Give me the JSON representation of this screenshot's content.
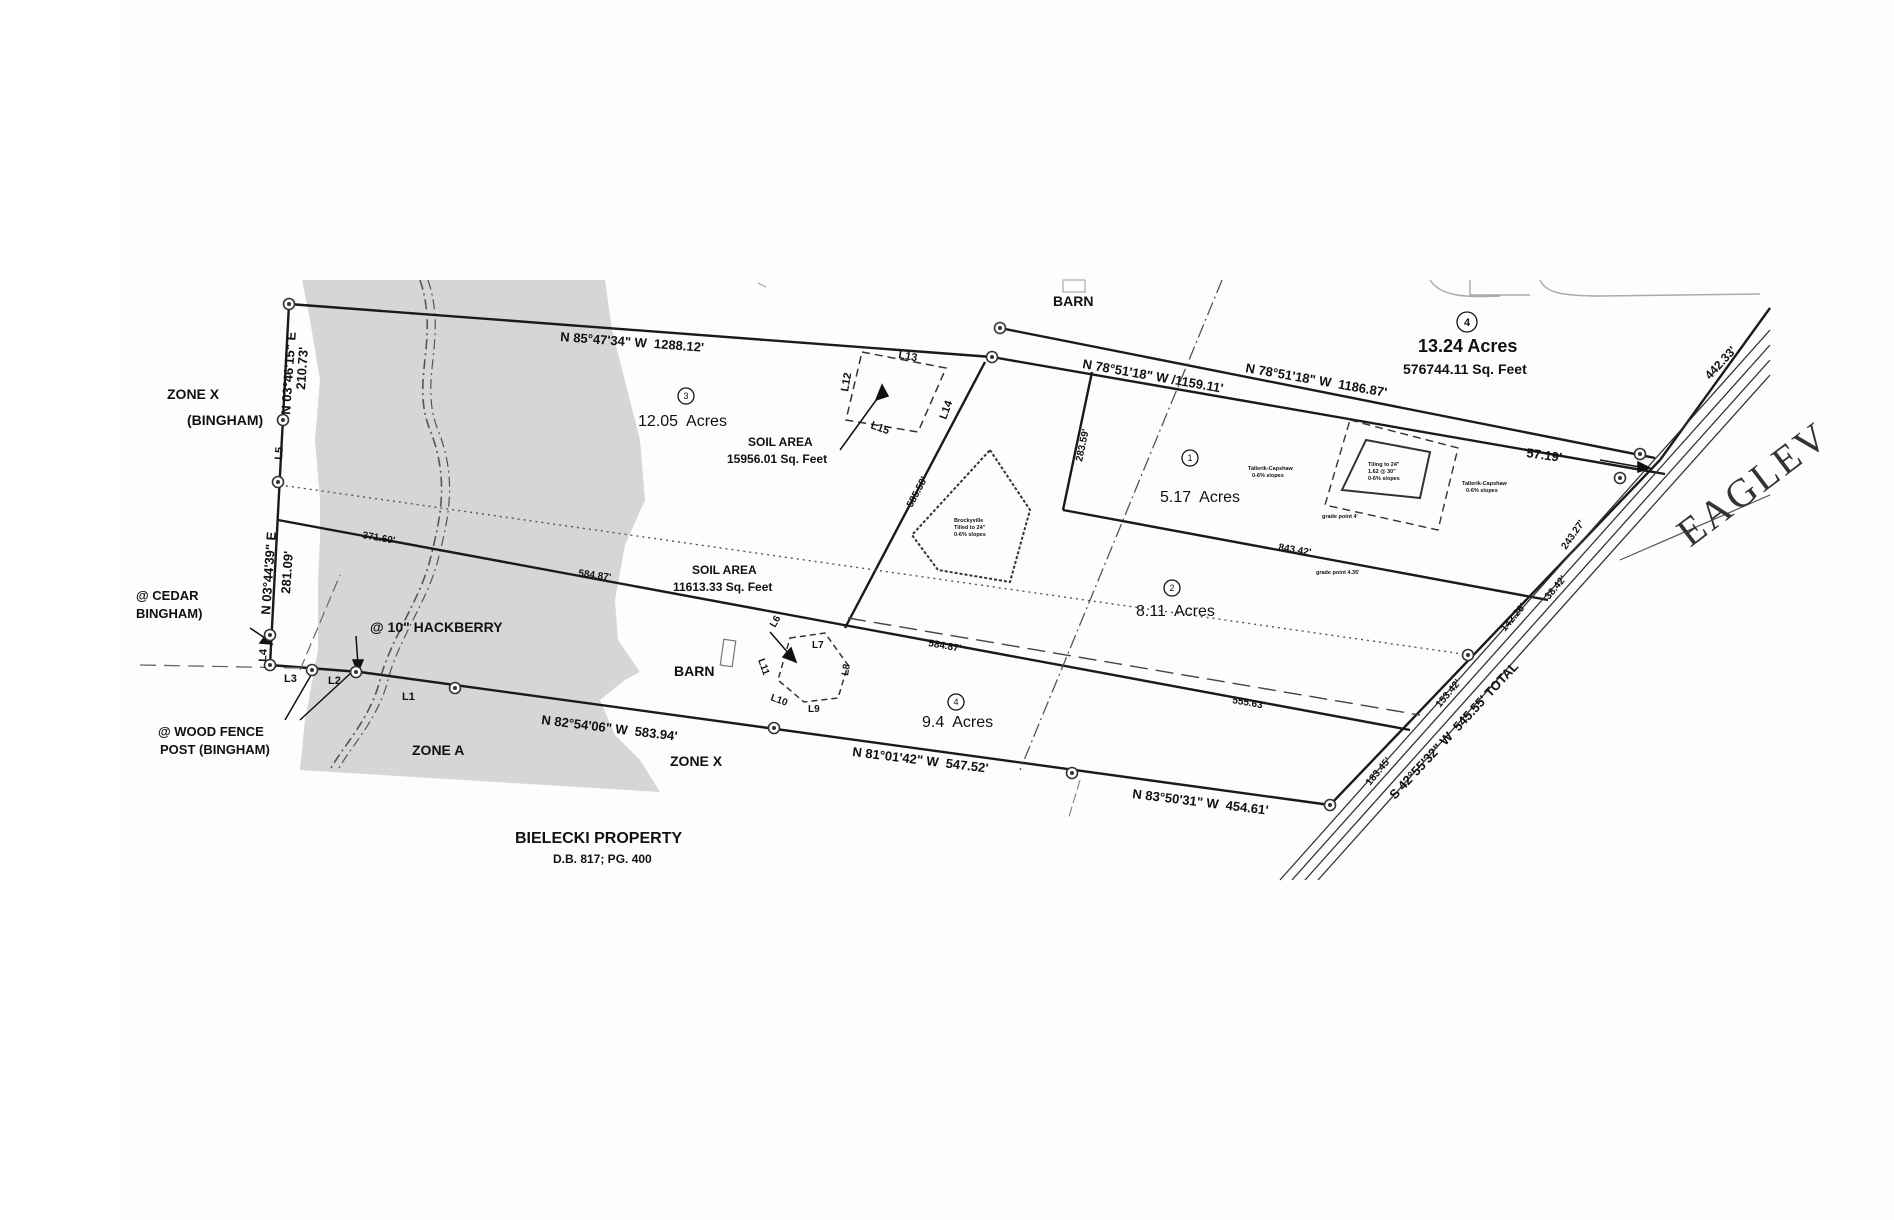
{
  "map": {
    "zones": {
      "zone_x_bingham_1": "ZONE X",
      "zone_x_bingham_2": "(BINGHAM)",
      "zone_a": "ZONE A",
      "zone_x_south": "ZONE X"
    },
    "barns": {
      "north": "BARN",
      "middle": "BARN"
    },
    "lots": {
      "lot1": {
        "number": "1",
        "area": "5.17  Acres"
      },
      "lot2": {
        "number": "2",
        "area": "8.11  Acres"
      },
      "lot3": {
        "number": "3",
        "area": "12.05  Acres"
      },
      "lot4_south": {
        "number": "4",
        "area": "9.4  Acres"
      },
      "lot4_north": {
        "number": "4",
        "area": "13.24 Acres",
        "sqft": "576744.11 Sq. Feet"
      }
    },
    "soil_areas": {
      "north": {
        "title": "SOIL AREA",
        "sqft": "15956.01 Sq. Feet"
      },
      "south": {
        "title": "SOIL AREA",
        "sqft": "11613.33 Sq. Feet"
      }
    },
    "bearings": {
      "top_west": "N 85°47'34\" W  1288.12'",
      "mid_1": "N 78°51'18\" W /1159.11'",
      "mid_2": "N 78°51'18\" W  1186.87'",
      "short_east": "57.19'",
      "west_1": "N 03°46'15\" E",
      "west_1_len": "210.73'",
      "west_2": "N 03°44'39\" E",
      "west_2_len": "281.09'",
      "south_1": "N 82°54'06\" W  583.94'",
      "south_2": "N 81°01'42\" W  547.52'",
      "south_3": "N 83°50'31\" W  454.61'",
      "road": "S 42°55'32\" W  545.55' TOTAL",
      "road_top": "442.33'",
      "d_371": "371.60'",
      "d_584a": "584.87'",
      "d_584b": "584.87'",
      "d_555": "555.63'",
      "d_843": "843.42'",
      "d_585": "585.58'",
      "d_283": "283.59'",
      "d_243": "243.27'",
      "d_38": "38.42'",
      "d_142": "142.26'",
      "d_153": "153.42'",
      "d_183": "183.45'"
    },
    "segments": [
      "L1",
      "L2",
      "L3",
      "L4",
      "L5",
      "L6",
      "L7",
      "L8",
      "L9",
      "L10",
      "L11",
      "L12",
      "L13",
      "L14",
      "L15"
    ],
    "monuments": {
      "cedar_1": "@ CEDAR",
      "cedar_2": "BINGHAM)",
      "hackberry": "@ 10\" HACKBERRY",
      "fence_1": "@ WOOD FENCE",
      "fence_2": "POST (BINGHAM)"
    },
    "neighbor": {
      "name": "BIELECKI PROPERTY",
      "deed": "D.B. 817; PG. 400"
    },
    "road_name": "EAGLEV",
    "tiny_notes": {
      "perc_1": "Tallerik-Capshaw",
      "perc_1b": "0-6% slopes",
      "perc_2": "Tiling to 24\"",
      "perc_2b": "1.62 @ 30\"",
      "perc_2c": "0-6% slopes",
      "perc_3": "Tallerik-Capshaw",
      "perc_3b": "0-6% slopes",
      "grade_1": "grade point 4'",
      "grade_2": "grade point 4.35'",
      "soil_mid_1": "Brockyville",
      "soil_mid_2": "Tilled to 24\"",
      "soil_mid_3": "0-6% slopes"
    },
    "colors": {
      "flood_zone": "#d9d9d9",
      "line": "#1a1a1a"
    }
  }
}
